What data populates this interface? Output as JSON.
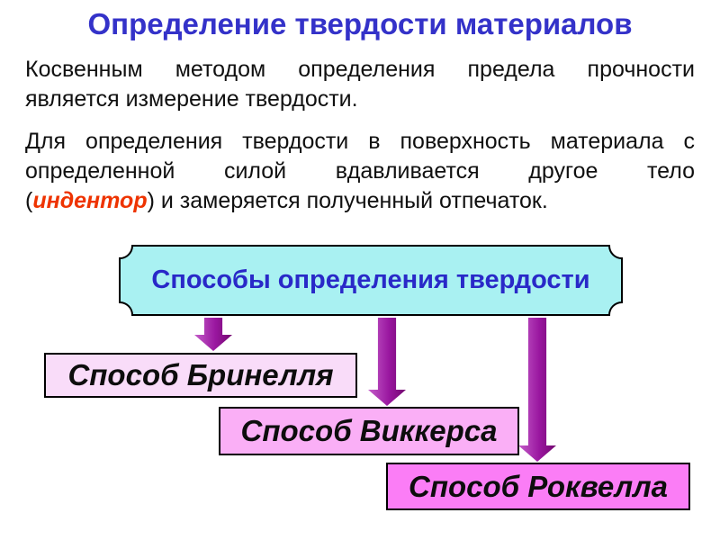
{
  "slide": {
    "title": "Определение твердости материалов",
    "paragraph1": {
      "line1": "Косвенным методом определения предела прочности",
      "line2": "является измерение твердости."
    },
    "paragraph2": {
      "line1": "Для определения твердости в поверхность материала с",
      "line2": "определенной силой вдавливается другое тело",
      "line3_pre": "(",
      "line3_highlight": "индентор",
      "line3_post": ") и замеряется полученный отпечаток."
    },
    "diagram": {
      "root_label": "Способы определения твердости",
      "methods": [
        {
          "label": "Способ Бринелля"
        },
        {
          "label": "Способ Виккерса"
        },
        {
          "label": "Способ Роквелла"
        }
      ]
    },
    "colors": {
      "title_blue": "#3432c9",
      "highlight_red": "#ee3300",
      "plaque_fill": "#a9f1f2",
      "plaque_text_blue": "#2929c8",
      "arrow_purple": "#9a17a0",
      "brinell_box_fill": "#f9dcf9",
      "vickers_box_fill": "#faaff6",
      "rockwell_box_fill": "#fb7df6"
    }
  }
}
